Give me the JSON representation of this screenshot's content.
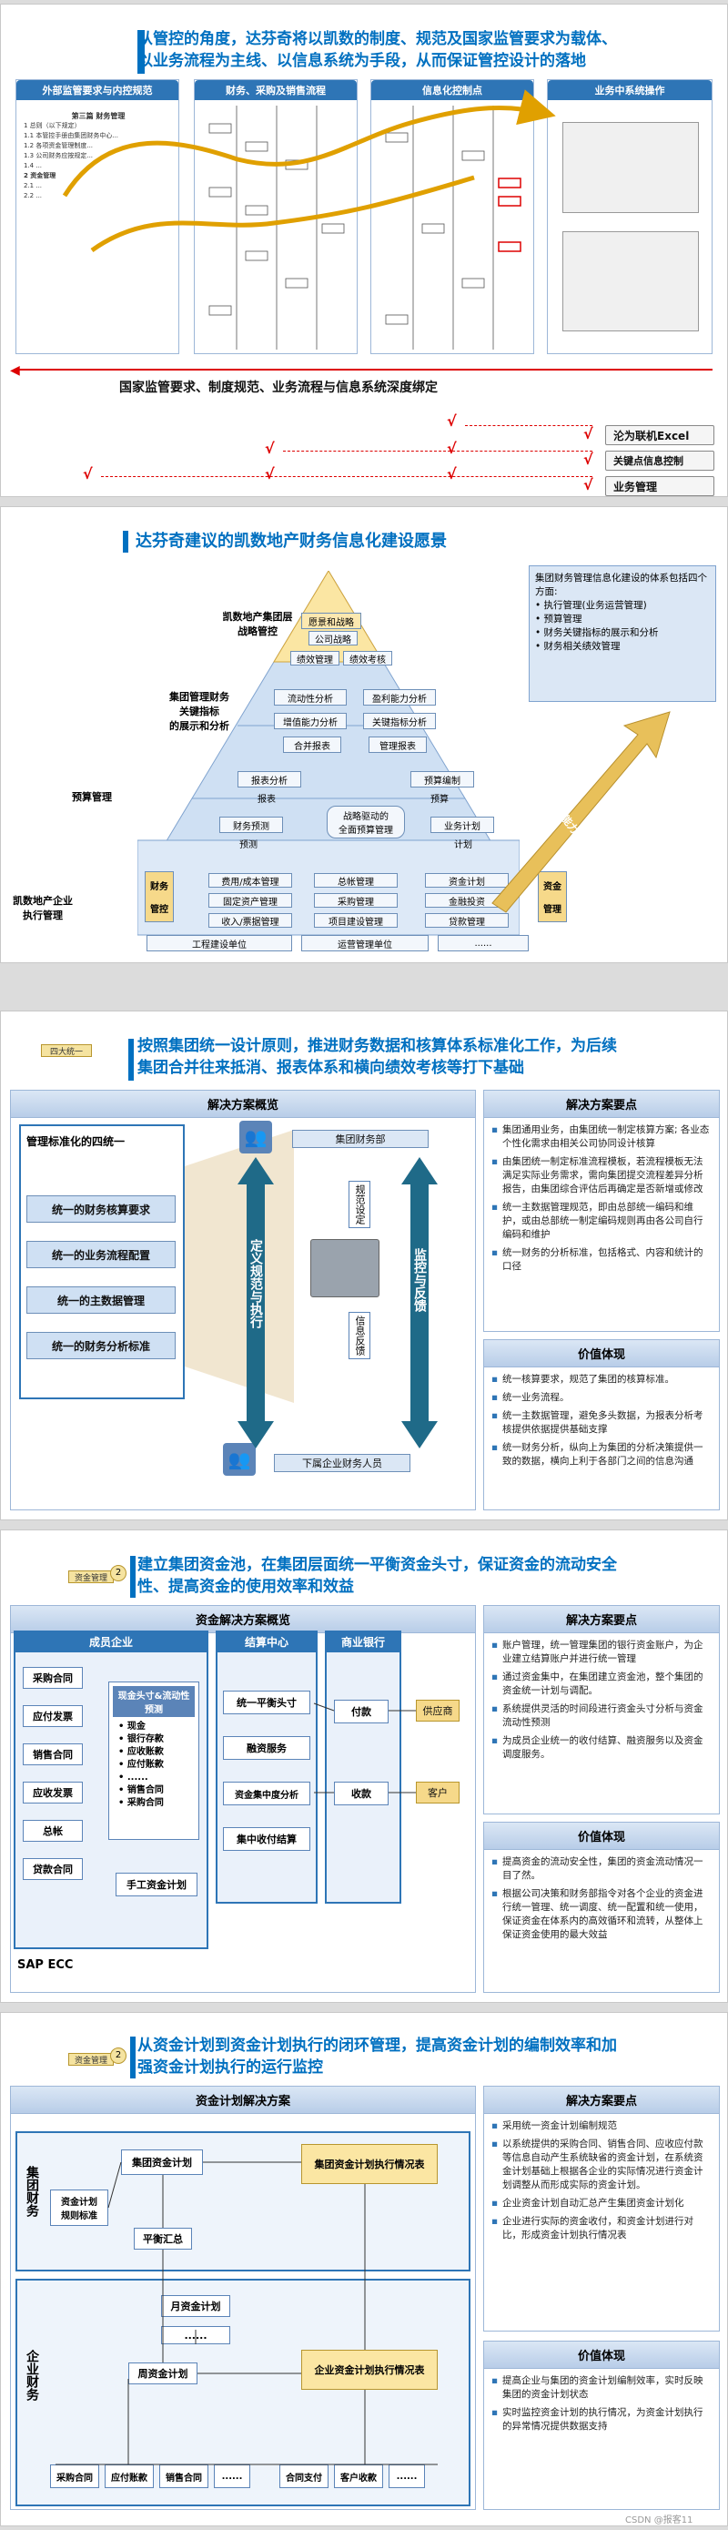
{
  "s1": {
    "title_l1": "从管控的角度，达芬奇将以凯数的制度、规范及国家监管要求为载体、",
    "title_l2": "以业务流程为主线、以信息系统为手段，从而保证管控设计的落地",
    "col_headers": [
      "外部监管要求与内控规范",
      "财务、采购及销售流程",
      "信息化控制点",
      "业务中系统操作"
    ],
    "doc_lines": [
      "第三篇  财务管理",
      "1 总则（以下规定）",
      "1.1 本管控手册由集团财务中心...",
      "1.2 各项资金管理制度...",
      "1.3 公司财务应按规定...",
      "1.4 ...",
      "2 资金管理",
      "2.1 ...",
      "2.2 ..."
    ],
    "bottom_text": "国家监管要求、制度规范、业务流程与信息系统深度绑定",
    "legend": [
      "沦为联机Excel",
      "关键点信息控制",
      "业务管理"
    ]
  },
  "s2": {
    "title": "达芬奇建议的凯数地产财务信息化建设愿景",
    "left_labels": [
      "凯数地产集团层\n战略管控",
      "集团管理财务\n关键指标\n的展示和分析",
      "预算管理",
      "凯数地产企业\n执行管理"
    ],
    "top": {
      "a": "愿景和战略",
      "b": "公司战略",
      "c": "绩效管理",
      "d": "绩效考核"
    },
    "mid": [
      "流动性分析",
      "盈利能力分析",
      "增值能力分析",
      "关键指标分析",
      "合并报表",
      "管理报表"
    ],
    "budget": [
      "报表分析",
      "报表",
      "预算编制",
      "预算",
      "财务预测",
      "预测",
      "战略驱动的\n全面预算管理",
      "业务计划",
      "计划"
    ],
    "exec": {
      "left1": "财务",
      "left2": "管控",
      "right1": "资金",
      "right2": "管理",
      "cells": [
        "费用/成本管理",
        "总帐管理",
        "资金计划",
        "固定资产管理",
        "采购管理",
        "金融投资",
        "收入/票据管理",
        "项目建设管理",
        "贷款管理"
      ],
      "row4": [
        "工程建设单位",
        "运营管理单位",
        "......"
      ]
    },
    "note_title": "集团财务管理信息化建设的体系包括四个方面:",
    "note_items": [
      "执行管理(业务运营管理)",
      "预算管理",
      "财务关键指标的展示和分析",
      "财务相关绩效管理"
    ],
    "arrow_text": "集团管控能力加强"
  },
  "s3": {
    "tag": "四大统一",
    "title_l1": "按照集团统一设计原则，推进财务数据和核算体系标准化工作，为后续",
    "title_l2": "集团合并往来抵消、报表体系和横向绩效考核等打下基础",
    "overview": "解决方案概览",
    "std_title": "管理标准化的四统一",
    "std_items": [
      "统一的财务核算要求",
      "统一的业务流程配置",
      "统一的主数据管理",
      "统一的财务分析标准"
    ],
    "group_finance": "集团财务部",
    "sub_finance": "下属企业财务人员",
    "left_arrow": "定义规范与执行",
    "right_arrow": "监控与反馈",
    "down_label": "规范设定",
    "up_label": "信息反馈",
    "key_title": "解决方案要点",
    "key_items": [
      "集团通用业务，由集团统一制定核算方案; 各业态个性化需求由相关公司协同设计核算",
      "由集团统一制定标准流程模板，若流程模板无法满足实际业务需求，需向集团提交流程差异分析报告，由集团综合评估后再确定是否新增或修改",
      "统一主数据管理规范，即由总部统一编码和维护，或由总部统一制定编码规则再由各公司自行编码和维护",
      "统一财务的分析标准，包括格式、内容和统计的口径"
    ],
    "value_title": "价值体现",
    "value_items": [
      "统一核算要求，规范了集团的核算标准。",
      "统一业务流程。",
      "统一主数据管理，避免多头数据，为报表分析考核提供依据提供基础支撑",
      "统一财务分析，纵向上为集团的分析决策提供一致的数据，横向上利于各部门之间的信息沟通"
    ]
  },
  "s4": {
    "tag": "资金管理",
    "title_l1": "建立集团资金池，在集团层面统一平衡资金头寸，保证资金的流动安全",
    "title_l2": "性、提高资金的使用效率和效益",
    "overview": "资金解决方案概览",
    "col1": "成员企业",
    "col2": "结算中心",
    "col3": "商业银行",
    "left_items": [
      "采购合同",
      "应付发票",
      "销售合同",
      "应收发票",
      "总帐",
      "贷款合同"
    ],
    "pool_title": "现金头寸&流动性预测",
    "pool_items": [
      "现金",
      "银行存款",
      "应收账款",
      "应付账款",
      "......",
      "销售合同",
      "采购合同"
    ],
    "manual": "手工资金计划",
    "center_items": [
      "统一平衡头寸",
      "融资服务",
      "资金集中度分析",
      "集中收付结算"
    ],
    "bank_items": [
      "付款",
      "收款"
    ],
    "bank_side": [
      "供应商",
      "客户"
    ],
    "sap": "SAP ECC",
    "key_title": "解决方案要点",
    "key_items": [
      "账户管理，统一管理集团的银行资金账户，为企业建立结算账户并进行统一管理",
      "通过资金集中，在集团建立资金池，整个集团的资金统一计划与调配。",
      "系统提供灵活的时间段进行资金头寸分析与资金流动性预测",
      "为成员企业统一的收付结算、融资服务以及资金调度服务。"
    ],
    "value_title": "价值体现",
    "value_items": [
      "提高资金的流动安全性，集团的资金流动情况一目了然。",
      "根据公司决策和财务部指令对各个企业的资金进行统一管理、统一调度、统一配置和统一使用，保证资金在体系内的高效循环和流转，从整体上保证资金使用的最大效益"
    ]
  },
  "s5": {
    "tag": "资金管理",
    "title_l1": "从资金计划到资金计划执行的闭环管理，提高资金计划的编制效率和加",
    "title_l2": "强资金计划执行的运行监控",
    "overview": "资金计划解决方案",
    "group_label": "集团财务",
    "ent_label": "企业财务",
    "plan_rules": "资金计划\n规则标准",
    "group_plan": "集团资金计划",
    "summary": "平衡汇总",
    "group_report": "集团资金计划执行情况表",
    "month_plan": "月资金计划",
    "dots": "......",
    "week_plan": "周资金计划",
    "ent_report": "企业资金计划执行情况表",
    "bottom_boxes": [
      "采购合同",
      "应付账款",
      "销售合同",
      "......",
      "合同支付",
      "客户收款",
      "......"
    ],
    "key_title": "解决方案要点",
    "key_items": [
      "采用统一资金计划编制规范",
      "以系统提供的采购合同、销售合同、应收应付款等信息自动产生系统缺省的资金计划，在系统资金计划基础上根据各企业的实际情况进行资金计划调整从而形成实际的资金计划。",
      "企业资金计划自动汇总产生集团资金计划化",
      "企业进行实际的资金收付，和资金计划进行对比，形成资金计划执行情况表"
    ],
    "value_title": "价值体现",
    "value_items": [
      "提高企业与集团的资金计划编制效率，实时反映集团的资金计划状态",
      "实时监控资金计划的执行情况，为资金计划执行的异常情况提供数据支持"
    ],
    "watermark": "CSDN @报客11"
  }
}
